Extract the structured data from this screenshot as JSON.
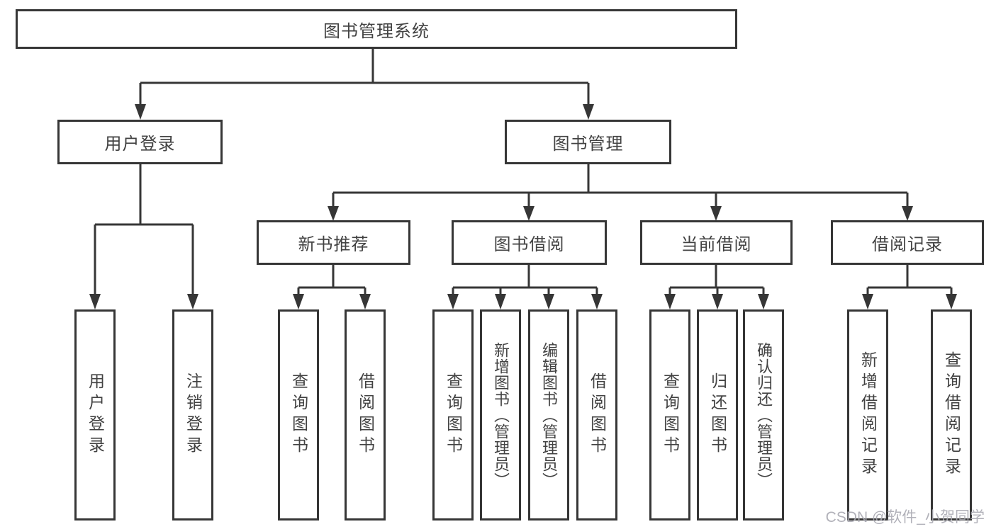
{
  "tree": {
    "root": {
      "label": "图书管理系统",
      "children": [
        {
          "label": "用户登录",
          "children": [
            {
              "label": "用户登录"
            },
            {
              "label": "注销登录"
            }
          ]
        },
        {
          "label": "图书管理",
          "children": [
            {
              "label": "新书推荐",
              "children": [
                {
                  "label": "查询图书"
                },
                {
                  "label": "借阅图书"
                }
              ]
            },
            {
              "label": "图书借阅",
              "children": [
                {
                  "label": "查询图书"
                },
                {
                  "label": "新增图书（管理员）"
                },
                {
                  "label": "编辑图书（管理员）"
                },
                {
                  "label": "借阅图书"
                }
              ]
            },
            {
              "label": "当前借阅",
              "children": [
                {
                  "label": "查询图书"
                },
                {
                  "label": "归还图书"
                },
                {
                  "label": "确认归还（管理员）"
                }
              ]
            },
            {
              "label": "借阅记录",
              "children": [
                {
                  "label": "新增借阅记录"
                },
                {
                  "label": "查询借阅记录"
                }
              ]
            }
          ]
        }
      ]
    }
  },
  "watermark": {
    "text": "CSDN @软件_小贺同学"
  },
  "colors": {
    "line": "#363636",
    "box_border": "#363636",
    "text": "#424242",
    "watermark": "#a9a9b2",
    "background": "#ffffff"
  }
}
